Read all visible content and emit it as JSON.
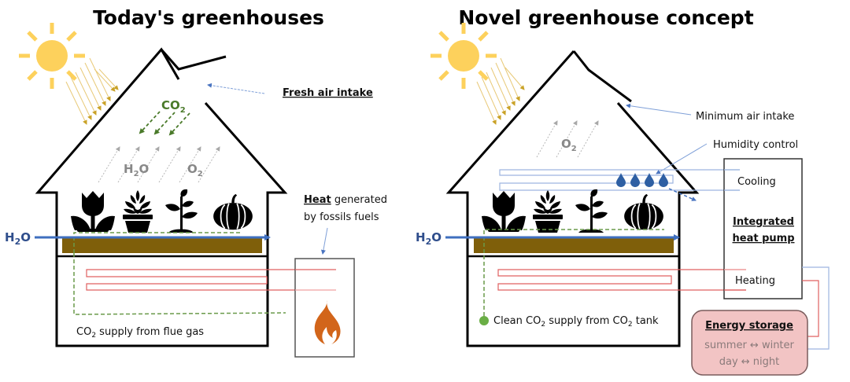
{
  "colors": {
    "sun": "#FDD15C",
    "sun_ray_arrow": "#C9A227",
    "co2_green": "#4A7A2A",
    "gas_grey": "#888888",
    "water_blue": "#3F6FBF",
    "soil_brown": "#7F5F0A",
    "heating_red": "#E06060",
    "cooling_blue": "#9DB5E0",
    "flame_orange": "#D2651A",
    "storage_fill": "#F2C4C4",
    "storage_border": "#7A5C5C",
    "drop_blue": "#2E5FA3",
    "tank_green": "#6AAE45"
  },
  "left": {
    "title": "Today's greenhouses",
    "fresh_air_label": "Fresh air intake",
    "co2_label_main": "CO",
    "co2_label_sub": "2",
    "h2o_label_main": "H",
    "h2o_label_sub": "2",
    "h2o_label_end": "O",
    "o2_label_main": "O",
    "o2_label_sub": "2",
    "water_inlet_main": "H",
    "water_inlet_sub": "2",
    "water_inlet_end": "O",
    "heat_label_bold": "Heat",
    "heat_label_rest": " generated",
    "heat_label_line2": "by fossils fuels",
    "co2_supply_pre": "CO",
    "co2_supply_sub": "2",
    "co2_supply_post": " supply from flue gas"
  },
  "right": {
    "title": "Novel greenhouse concept",
    "min_air_label": "Minimum air intake",
    "humidity_label": "Humidity control",
    "o2_label_main": "O",
    "o2_label_sub": "2",
    "water_inlet_main": "H",
    "water_inlet_sub": "2",
    "water_inlet_end": "O",
    "cooling_label": "Cooling",
    "heat_pump_line1": "Integrated",
    "heat_pump_line2": "heat pump",
    "heating_label": "Heating",
    "co2_supply_pre": "Clean CO",
    "co2_supply_sub": "2",
    "co2_supply_mid": " supply from CO",
    "co2_supply_sub2": "2",
    "co2_supply_post": " tank",
    "storage_title": "Energy storage",
    "storage_line1": "summer ↔ winter",
    "storage_line2": "day ↔ night"
  },
  "plants": [
    "tulip-icon",
    "succulent-pot-icon",
    "seedling-icon",
    "pumpkin-icon"
  ]
}
